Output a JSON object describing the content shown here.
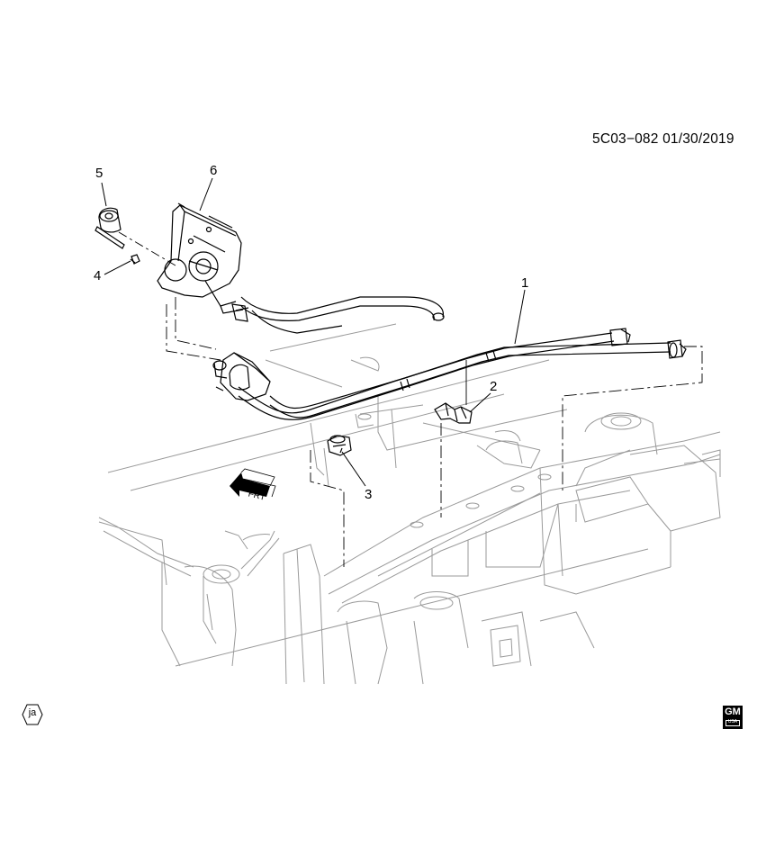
{
  "doc_id": "5C03−082  01/30/2019",
  "callouts": {
    "c1": "1",
    "c2": "2",
    "c3": "3",
    "c4": "4",
    "c5": "5",
    "c6": "6"
  },
  "front_arrow_label": "FRT",
  "lang_code": "ja",
  "logo": {
    "text": "GM",
    "sub": "USA"
  },
  "colors": {
    "line": "#000000",
    "background": "#ffffff",
    "hidden_line": "#9a9a9a"
  }
}
